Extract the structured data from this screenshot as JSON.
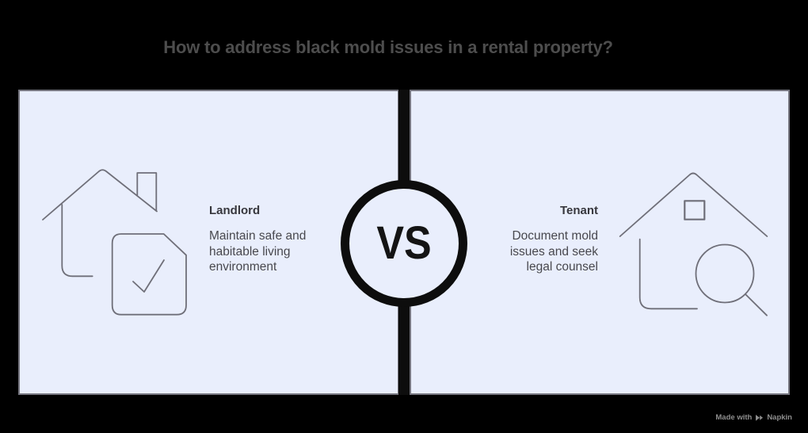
{
  "title": "How to address black mold issues in a rental property?",
  "vs_badge": {
    "label": "VS"
  },
  "panels": [
    {
      "side": "left",
      "heading": "Landlord",
      "description_lines": [
        "Maintain safe and",
        "habitable living",
        "environment"
      ],
      "icon": "house-with-checklist-icon"
    },
    {
      "side": "right",
      "heading": "Tenant",
      "description_lines": [
        "Document mold",
        "issues and seek",
        "legal counsel"
      ],
      "icon": "house-with-magnifier-icon"
    }
  ],
  "watermark": {
    "prefix": "Made with",
    "brand": "Napkin",
    "logo": "napkin-logo-icon"
  },
  "colors": {
    "background": "#000000",
    "panel_fill": "#e9eefc",
    "panel_border": "#75757f",
    "divider": "#0d0d0d",
    "title_text": "#4d4d4d",
    "heading_text": "#37373d",
    "body_text": "#48484e",
    "icon_stroke": "#6f6f79",
    "watermark_text": "#8e8e8e"
  }
}
